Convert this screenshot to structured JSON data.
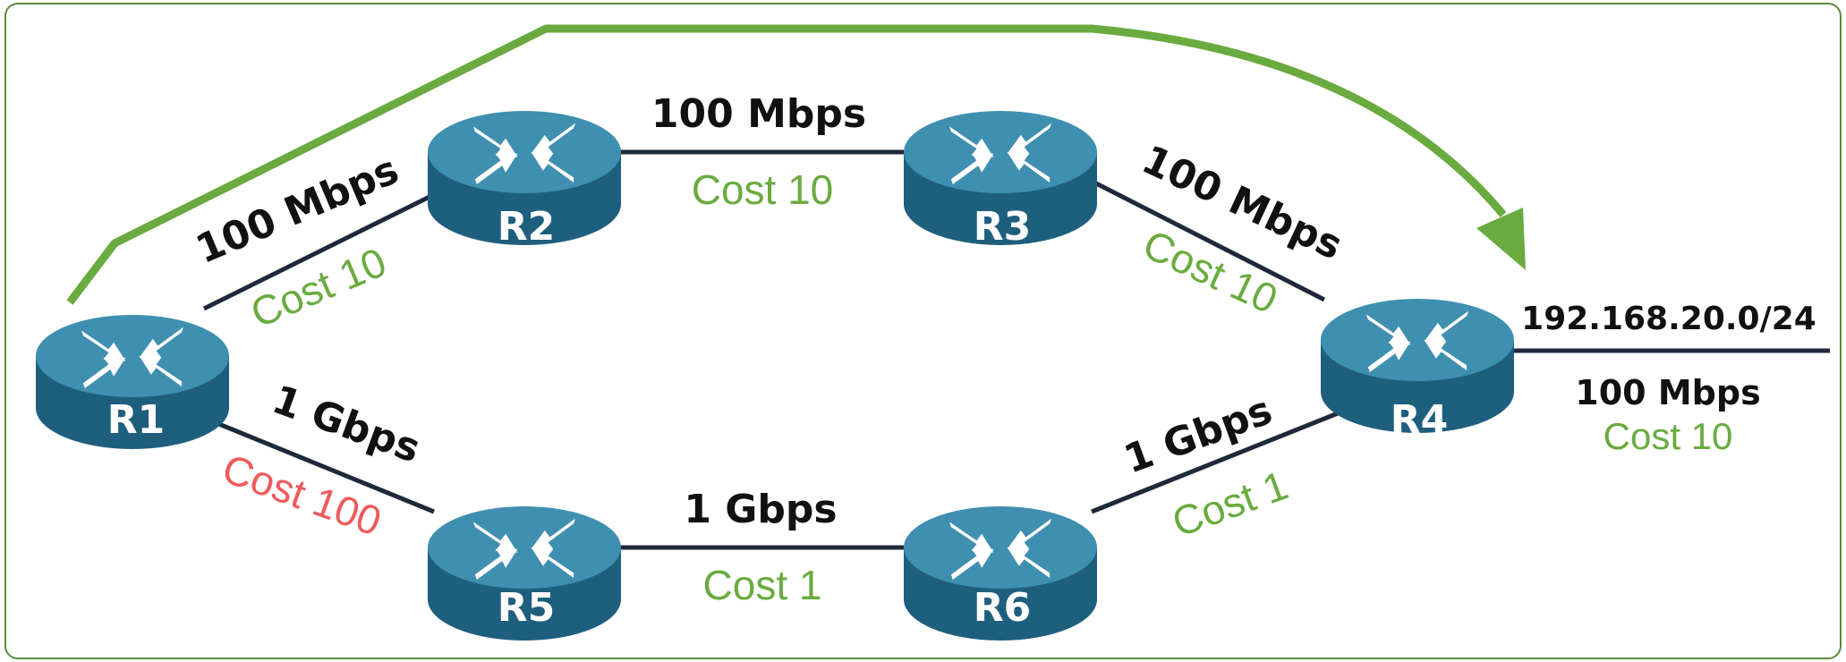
{
  "colors": {
    "frame": "#5a8a3a",
    "path_arrow": "#6aab3f",
    "cost_normal": "#6aab3f",
    "cost_high": "#f05a5a",
    "link": "#1e2a3a",
    "router_top": "#3f8fb0",
    "router_side": "#1f5f7e"
  },
  "routers": {
    "r1": "R1",
    "r2": "R2",
    "r3": "R3",
    "r4": "R4",
    "r5": "R5",
    "r6": "R6"
  },
  "links": {
    "r1_r2": {
      "bandwidth": "100 Mbps",
      "cost": "Cost 10"
    },
    "r2_r3": {
      "bandwidth": "100 Mbps",
      "cost": "Cost 10"
    },
    "r3_r4": {
      "bandwidth": "100 Mbps",
      "cost": "Cost 10"
    },
    "r1_r5": {
      "bandwidth": "1 Gbps",
      "cost": "Cost 100"
    },
    "r5_r6": {
      "bandwidth": "1 Gbps",
      "cost": "Cost 1"
    },
    "r6_r4": {
      "bandwidth": "1 Gbps",
      "cost": "Cost 1"
    },
    "r4_net": {
      "network": "192.168.20.0/24",
      "bandwidth": "100 Mbps",
      "cost": "Cost 10"
    }
  },
  "icons": {
    "router": "router-icon",
    "path": "path-arrow-icon"
  }
}
